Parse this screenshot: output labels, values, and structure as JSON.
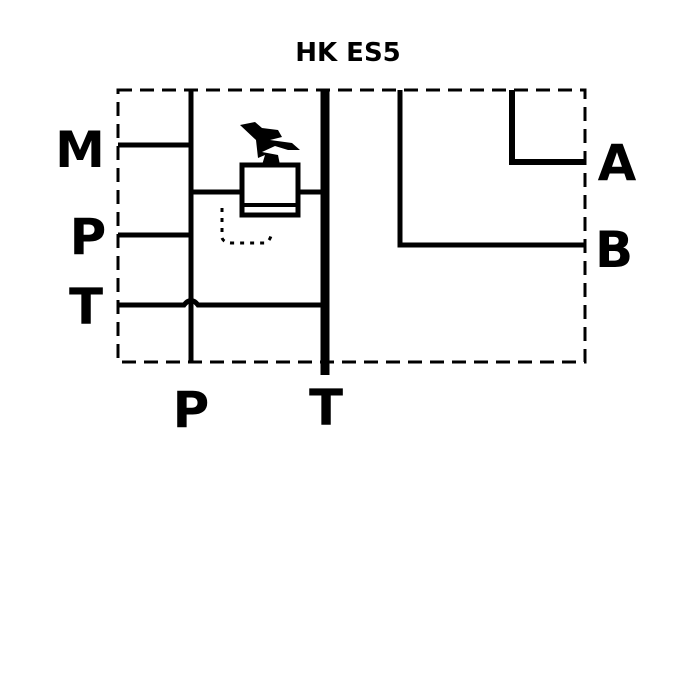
{
  "title": "HK ES5",
  "ports_left": {
    "m": "M",
    "p": "P",
    "t": "T"
  },
  "ports_right": {
    "a": "A",
    "b": "B"
  },
  "ports_bottom": {
    "p": "P",
    "t": "T"
  },
  "colors": {
    "line": "#000000",
    "background": "#ffffff"
  }
}
